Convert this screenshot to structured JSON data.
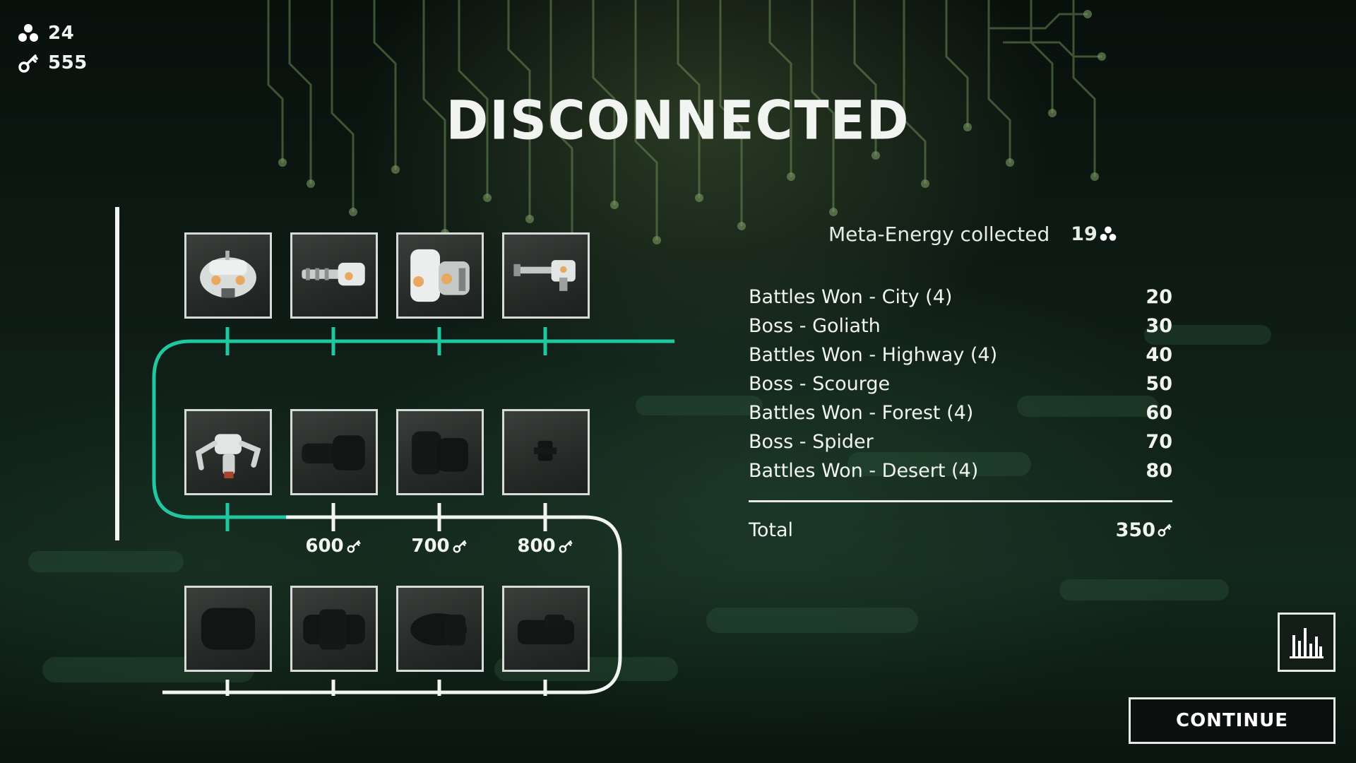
{
  "hud": {
    "meta_energy": "24",
    "keys": "555"
  },
  "title": "DISCONNECTED",
  "meta_energy_collected": {
    "label": "Meta-Energy collected",
    "value": "19"
  },
  "rewards": [
    {
      "label": "Battles Won - City (4)",
      "value": "20"
    },
    {
      "label": "Boss - Goliath",
      "value": "30"
    },
    {
      "label": "Battles Won - Highway (4)",
      "value": "40"
    },
    {
      "label": "Boss - Scourge",
      "value": "50"
    },
    {
      "label": "Battles Won - Forest (4)",
      "value": "60"
    },
    {
      "label": "Boss - Spider",
      "value": "70"
    },
    {
      "label": "Battles Won - Desert (4)",
      "value": "80"
    }
  ],
  "total": {
    "label": "Total",
    "value": "350"
  },
  "tree": {
    "prices": [
      "600",
      "700",
      "800"
    ],
    "rows": [
      {
        "state": "unlocked",
        "parts": [
          "hull-part",
          "gun-part",
          "cannon-part",
          "rifle-part"
        ]
      },
      {
        "state": "mixed",
        "parts": [
          "legs-part",
          "locked-part",
          "locked-part",
          "locked-part"
        ]
      },
      {
        "state": "locked",
        "parts": [
          "locked-part",
          "locked-part",
          "locked-part",
          "locked-part"
        ]
      }
    ]
  },
  "buttons": {
    "continue": "CONTINUE",
    "stats_icon": "bar-chart-icon"
  },
  "icons": {
    "meta_energy": "triple-orb-icon",
    "key": "key-icon"
  },
  "colors": {
    "accent_teal": "#1fc8a0",
    "text": "#f2f4f2"
  }
}
